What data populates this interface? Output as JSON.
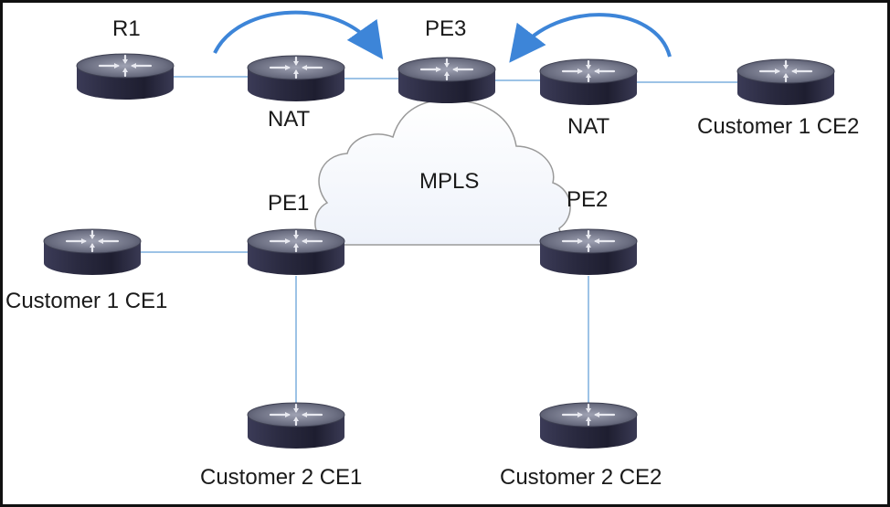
{
  "diagram": {
    "cloud_label": "MPLS",
    "colors": {
      "link": "#9dc3e6",
      "arrow": "#3d85d8",
      "router_top": "#6b6e82",
      "router_body": "#2c2c44",
      "cloud_stroke": "#9a9a9a"
    },
    "routers": {
      "r1": {
        "label": "R1"
      },
      "nat_left": {
        "label": "NAT"
      },
      "pe3": {
        "label": "PE3"
      },
      "nat_right": {
        "label": "NAT"
      },
      "c1ce2": {
        "label": "Customer 1 CE2"
      },
      "pe1": {
        "label": "PE1"
      },
      "pe2": {
        "label": "PE2"
      },
      "c1ce1": {
        "label": "Customer 1 CE1"
      },
      "c2ce1": {
        "label": "Customer 2 CE1"
      },
      "c2ce2": {
        "label": "Customer 2 CE2"
      }
    }
  }
}
